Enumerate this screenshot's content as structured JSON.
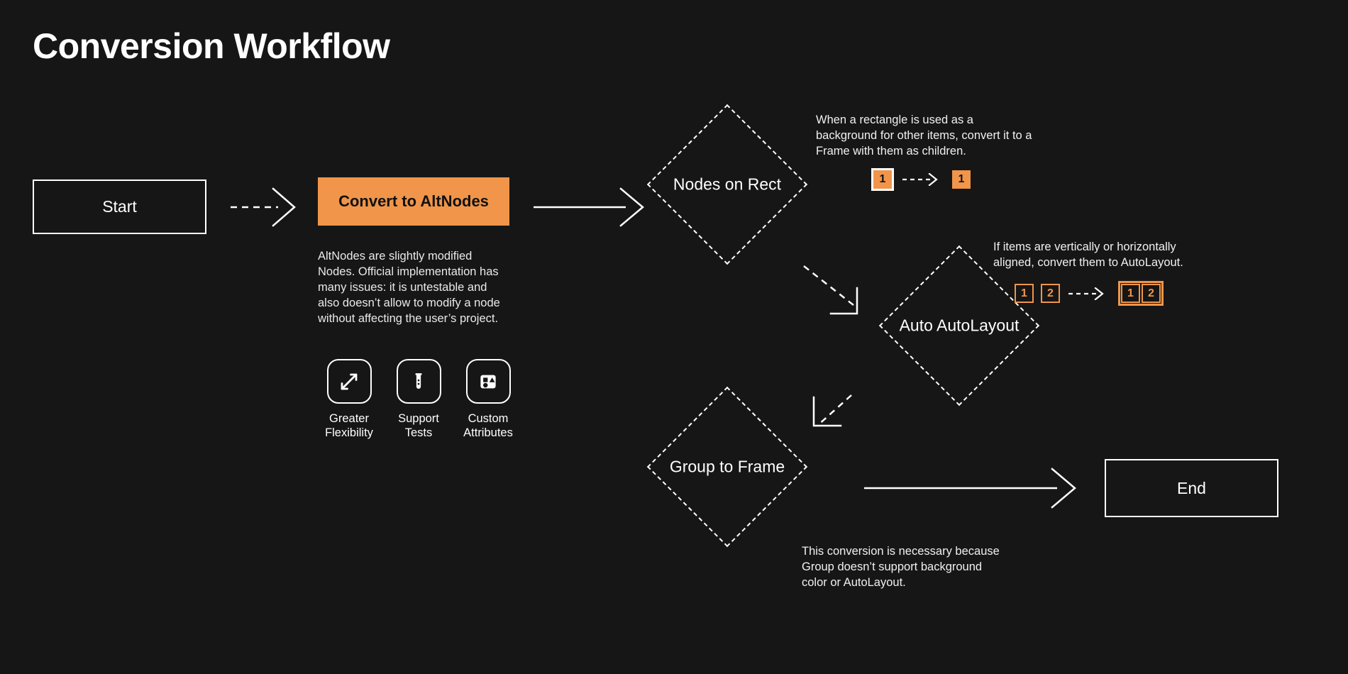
{
  "page": {
    "title": "Conversion Workflow",
    "background_color": "#161616",
    "accent_color": "#f0954a",
    "text_color": "#ffffff"
  },
  "flow": {
    "start": {
      "label": "Start",
      "shape": "rectangle"
    },
    "convert": {
      "label": "Convert to AltNodes",
      "shape": "rectangle",
      "fill": "#f0954a",
      "description": "AltNodes are slightly modified Nodes. Official implementation has many issues: it is untestable and also doesn’t allow to modify a node without affecting the user’s project."
    },
    "nodes_on_rect": {
      "label": "Nodes on Rect",
      "shape": "diamond"
    },
    "auto_autolayout": {
      "label": "Auto AutoLayout",
      "shape": "diamond"
    },
    "group_to_frame": {
      "label": "Group to Frame",
      "shape": "diamond"
    },
    "end": {
      "label": "End",
      "shape": "rectangle"
    }
  },
  "features": [
    {
      "icon": "expand-arrows-icon",
      "label_line1": "Greater",
      "label_line2": "Flexibility"
    },
    {
      "icon": "test-tube-icon",
      "label_line1": "Support",
      "label_line2": "Tests"
    },
    {
      "icon": "shapes-icon",
      "label_line1": "Custom",
      "label_line2": "Attributes"
    }
  ],
  "annotations": {
    "nodes_on_rect": {
      "text": "When a rectangle is used as a background for other items, convert it to a Frame with them as children.",
      "before": [
        {
          "value": "1",
          "style": "selected"
        }
      ],
      "after": [
        {
          "value": "1",
          "style": "filled"
        }
      ]
    },
    "auto_autolayout": {
      "text": "If items are vertically or horizontally aligned, convert them to AutoLayout.",
      "before": [
        {
          "value": "1",
          "style": "outline"
        },
        {
          "value": "2",
          "style": "outline"
        }
      ],
      "after": [
        {
          "value": "1",
          "style": "outline"
        },
        {
          "value": "2",
          "style": "outline"
        }
      ]
    },
    "group_to_frame": {
      "text": "This conversion is necessary because Group doesn’t support background color or AutoLayout."
    }
  }
}
